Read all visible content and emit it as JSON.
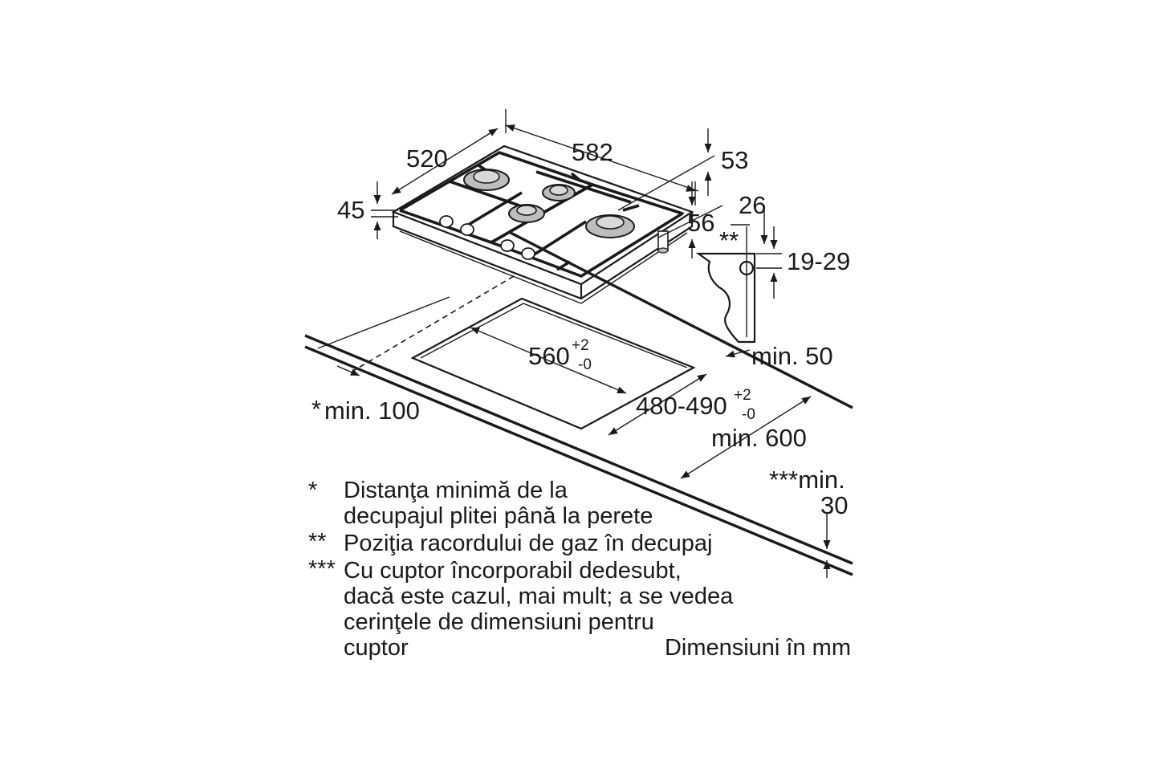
{
  "dimensions": {
    "width_582": "582",
    "depth_520": "520",
    "height_45": "45",
    "offset_53": "53",
    "offset_56": "56",
    "gas_26": "26",
    "gas_19_29": "19-29",
    "double_star": "**",
    "cutout_width": "560",
    "cutout_depth": "480-490",
    "tol_plus": "+2",
    "tol_minus": "-0",
    "min_50": "min. 50",
    "min_100_star": "*",
    "min_100": "min. 100",
    "min_600": "min. 600",
    "min_30_a": "***min.",
    "min_30_b": "30"
  },
  "legend": {
    "items": [
      {
        "mark": "*",
        "lines": [
          "Distanţa minimă de la",
          "decupajul plitei până la perete"
        ]
      },
      {
        "mark": "**",
        "lines": [
          "Poziţia racordului de gaz în decupaj"
        ]
      },
      {
        "mark": "***",
        "lines": [
          "Cu cuptor încorporabil dedesubt,",
          "dacă este cazul, mai mult; a se vedea",
          "cerinţele de dimensiuni pentru",
          "cuptor"
        ]
      }
    ],
    "units_note": "Dimensiuni în mm"
  }
}
